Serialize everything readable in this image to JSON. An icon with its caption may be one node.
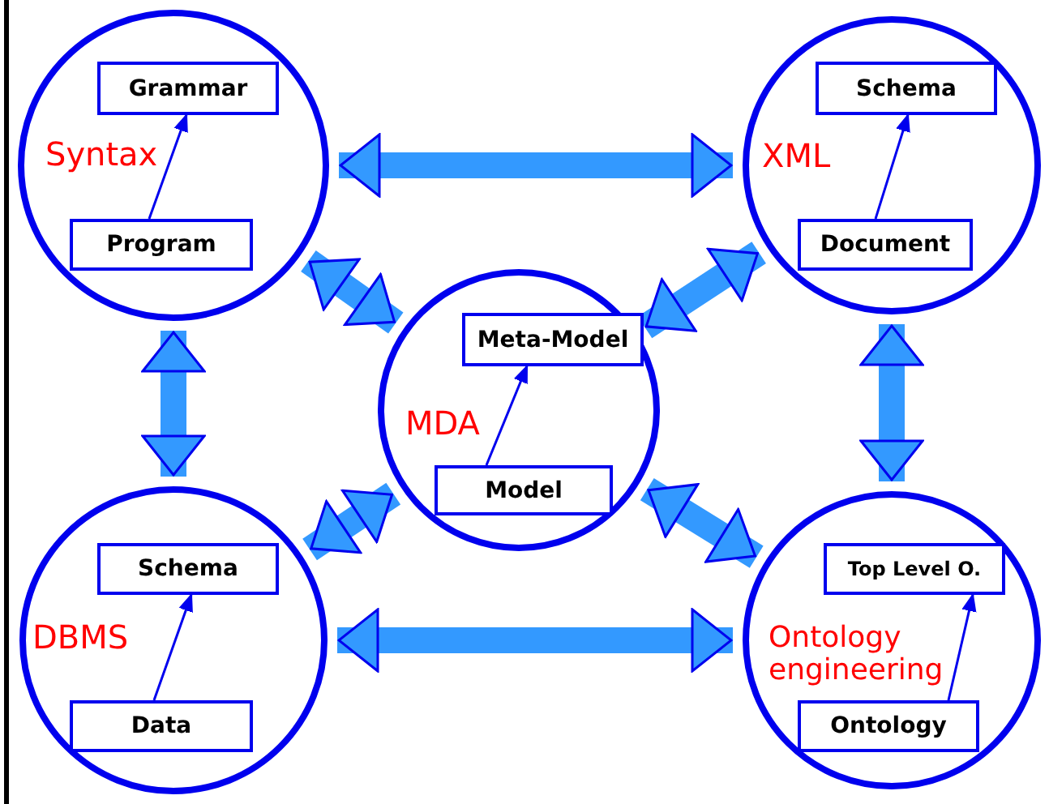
{
  "diagram": {
    "nodes": [
      {
        "text": [
          "Syntax"
        ]
      },
      {
        "text": [
          "Grammar"
        ],
        "in": 0
      },
      {
        "text": [
          "Program"
        ],
        "in": 0
      },
      {
        "text": [
          "XML"
        ]
      },
      {
        "text": [
          "Schema"
        ],
        "in": 3
      },
      {
        "text": [
          "Document"
        ],
        "in": 3
      },
      {
        "text": [
          "MDA"
        ]
      },
      {
        "text": [
          "Meta-Model"
        ],
        "in": 6
      },
      {
        "text": [
          "Model"
        ],
        "in": 6
      },
      {
        "text": [
          "DBMS"
        ]
      },
      {
        "text": [
          "Schema"
        ],
        "in": 9
      },
      {
        "text": [
          "Data"
        ],
        "in": 9
      },
      {
        "text": [
          "Ontology engineering"
        ]
      },
      {
        "text": [
          "Top Level O."
        ],
        "in": 12
      },
      {
        "text": [
          "Ontology"
        ],
        "in": 12
      }
    ],
    "edges": [
      {
        "from": 2,
        "to": 1,
        "arrow": "to",
        "color": "#0000ee"
      },
      {
        "from": 5,
        "to": 4,
        "arrow": "to",
        "color": "#0000ee"
      },
      {
        "from": 8,
        "to": 7,
        "arrow": "to",
        "color": "#0000ee"
      },
      {
        "from": 11,
        "to": 10,
        "arrow": "to",
        "color": "#0000ee"
      },
      {
        "from": 14,
        "to": 13,
        "arrow": "to",
        "color": "#0000ee"
      },
      {
        "from": 0,
        "to": 3,
        "arrow": "both"
      },
      {
        "from": 0,
        "to": 9,
        "arrow": "both"
      },
      {
        "from": 3,
        "to": 12,
        "arrow": "both"
      },
      {
        "from": 9,
        "to": 12,
        "arrow": "both"
      },
      {
        "from": 0,
        "to": 6,
        "arrow": "both"
      },
      {
        "from": 3,
        "to": 6,
        "arrow": "both"
      },
      {
        "from": 9,
        "to": 6,
        "arrow": "both"
      },
      {
        "from": 12,
        "to": 6,
        "arrow": "both"
      }
    ]
  }
}
